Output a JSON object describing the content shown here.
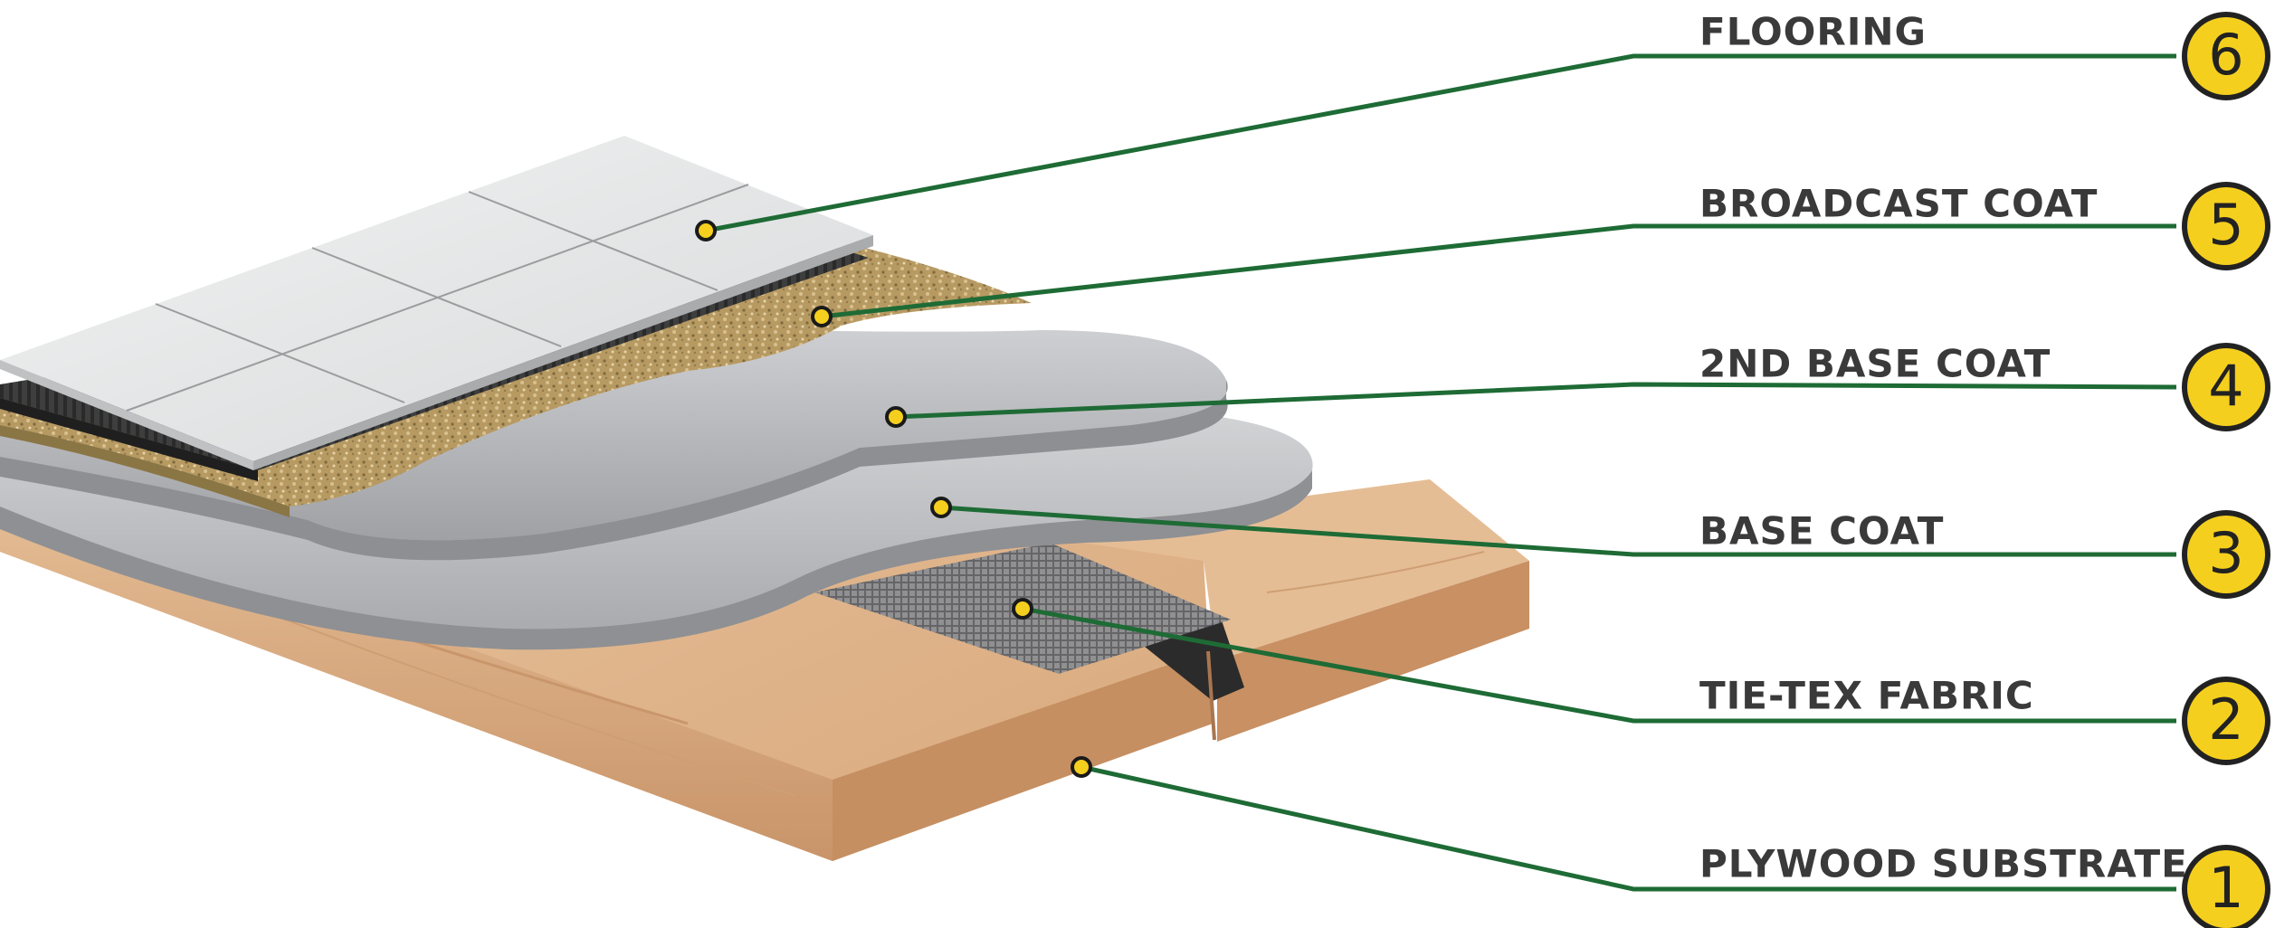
{
  "colors": {
    "leader_line": "#1e6b35",
    "badge_fill": "#f5cf1e",
    "badge_stroke": "#222222",
    "dot_fill": "#f5cf1e",
    "label_text": "#3a3a3a"
  },
  "layers": [
    {
      "number": "6",
      "label": "FLOORING"
    },
    {
      "number": "5",
      "label": "BROADCAST COAT"
    },
    {
      "number": "4",
      "label": "2ND BASE COAT"
    },
    {
      "number": "3",
      "label": "BASE COAT"
    },
    {
      "number": "2",
      "label": "TIE-TEX FABRIC"
    },
    {
      "number": "1",
      "label": "PLYWOOD SUBSTRATE"
    }
  ]
}
